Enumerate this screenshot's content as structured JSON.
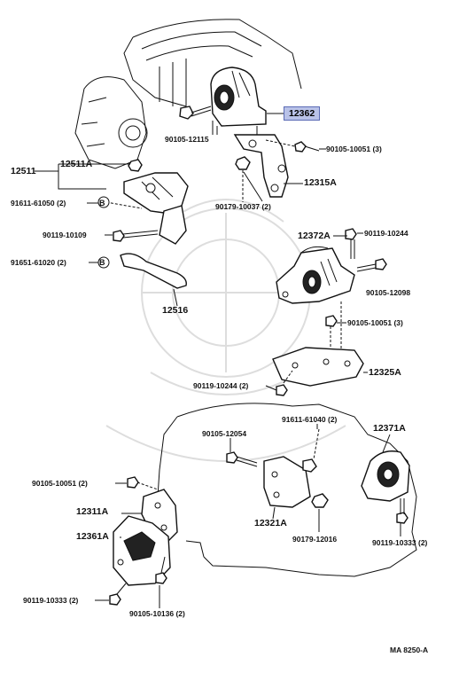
{
  "callouts": {
    "p12362": "12362",
    "p12511": "12511",
    "p12511A": "12511A",
    "p12516": "12516",
    "p12315A": "12315A",
    "p12372A": "12372A",
    "p12325A": "12325A",
    "p12371A": "12371A",
    "p12311A": "12311A",
    "p12361A": "12361A",
    "p12321A": "12321A",
    "b90105_12115": "90105-12115",
    "b90105_10051_top": "90105-10051 (3)",
    "b90179_10037": "90179-10037 (2)",
    "b91611_61050": "91611-61050 (2)",
    "b90119_10109": "90119-10109",
    "b91651_61020": "91651-61020 (2)",
    "b90119_10244_top": "90119-10244",
    "b90105_12098": "90105-12098",
    "b90105_10051_mid": "90105-10051 (3)",
    "b90119_10244_mid": "90119-10244 (2)",
    "b91611_61040": "91611-61040 (2)",
    "b90105_12054": "90105-12054",
    "b90105_10051_low": "90105-10051 (2)",
    "b90179_12016": "90179-12016",
    "b90119_10333_right": "90119-10333 (2)",
    "b90119_10333_left": "90119-10333 (2)",
    "b90105_10136": "90105-10136 (2)",
    "washer_mark_1": "B",
    "washer_mark_2": "B"
  },
  "figure_code": "MA 8250-A",
  "colors": {
    "highlight": "#b9c2e8",
    "ink": "#111111",
    "watermark": "#dddddd"
  }
}
